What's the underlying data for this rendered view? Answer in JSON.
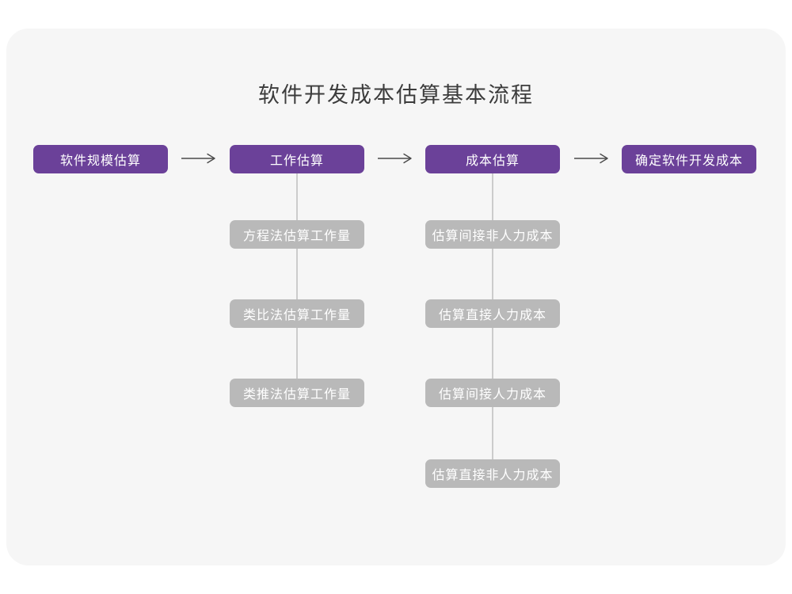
{
  "page": {
    "title": "软件开发成本估算基本流程"
  },
  "colors": {
    "accent_purple": "#6b4199",
    "gray_node": "#b9b9b9",
    "card_background": "#f6f6f6",
    "connector_line": "#cccccc",
    "arrow": "#4a4a4a",
    "title_text": "#3c3c3c",
    "node_text": "#ffffff"
  },
  "flow": {
    "main_steps": [
      {
        "label": "软件规模估算"
      },
      {
        "label": "工作估算"
      },
      {
        "label": "成本估算"
      },
      {
        "label": "确定软件开发成本"
      }
    ],
    "work_estimation_methods": [
      {
        "label": "方程法估算工作量"
      },
      {
        "label": "类比法估算工作量"
      },
      {
        "label": "类推法估算工作量"
      }
    ],
    "cost_estimation_steps": [
      {
        "label": "估算间接非人力成本"
      },
      {
        "label": "估算直接人力成本"
      },
      {
        "label": "估算间接人力成本"
      },
      {
        "label": "估算直接非人力成本"
      }
    ]
  }
}
